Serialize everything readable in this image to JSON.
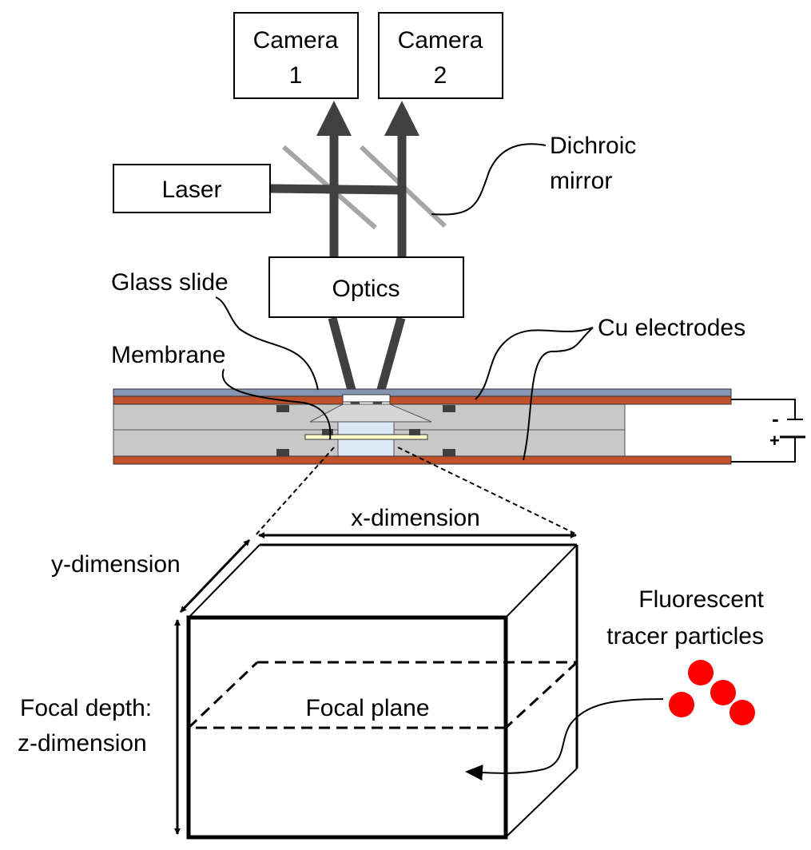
{
  "labels": {
    "camera1_line1": "Camera",
    "camera1_line2": "1",
    "camera2_line1": "Camera",
    "camera2_line2": "2",
    "laser": "Laser",
    "optics": "Optics",
    "dichroic_line1": "Dichroic",
    "dichroic_line2": "mirror",
    "glass_slide": "Glass slide",
    "membrane": "Membrane",
    "cu_electrodes": "Cu electrodes",
    "minus_sign": "-",
    "plus_sign": "+",
    "x_dimension": "x-dimension",
    "y_dimension": "y-dimension",
    "focal_depth_line1": "Focal depth:",
    "focal_depth_line2": "z-dimension",
    "focal_plane": "Focal plane",
    "tracer_line1": "Fluorescent",
    "tracer_line2": "tracer particles"
  },
  "colors": {
    "beam": "#404040",
    "mirror": "#a6a6a6",
    "electrode": "#c0502a",
    "glass": "#8496b0",
    "chamber": "#c8c8c8",
    "membrane": "#ffffc8",
    "window": "#dde8f6",
    "particle": "#ff0000"
  }
}
